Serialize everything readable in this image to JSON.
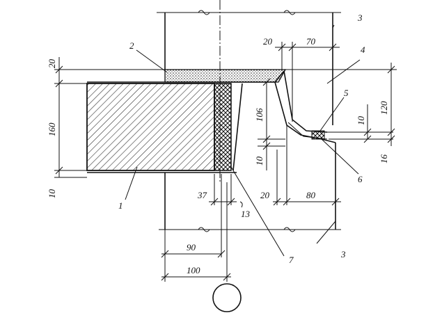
{
  "labels": {
    "l1": "1",
    "l2": "2",
    "l3a": "3",
    "l3b": "3",
    "l4": "4",
    "l5": "5",
    "l6": "6",
    "l7": "7",
    "l13": "13"
  },
  "dims": {
    "d20_left": "20",
    "d160": "160",
    "d10_left": "10",
    "d20_top": "20",
    "d70": "70",
    "d106": "106",
    "d10_mid": "10",
    "d120": "120",
    "d10_right": "10",
    "d16": "16",
    "d37": "37",
    "d20_bottom": "20",
    "d80": "80",
    "d90": "90",
    "d100": "100"
  }
}
